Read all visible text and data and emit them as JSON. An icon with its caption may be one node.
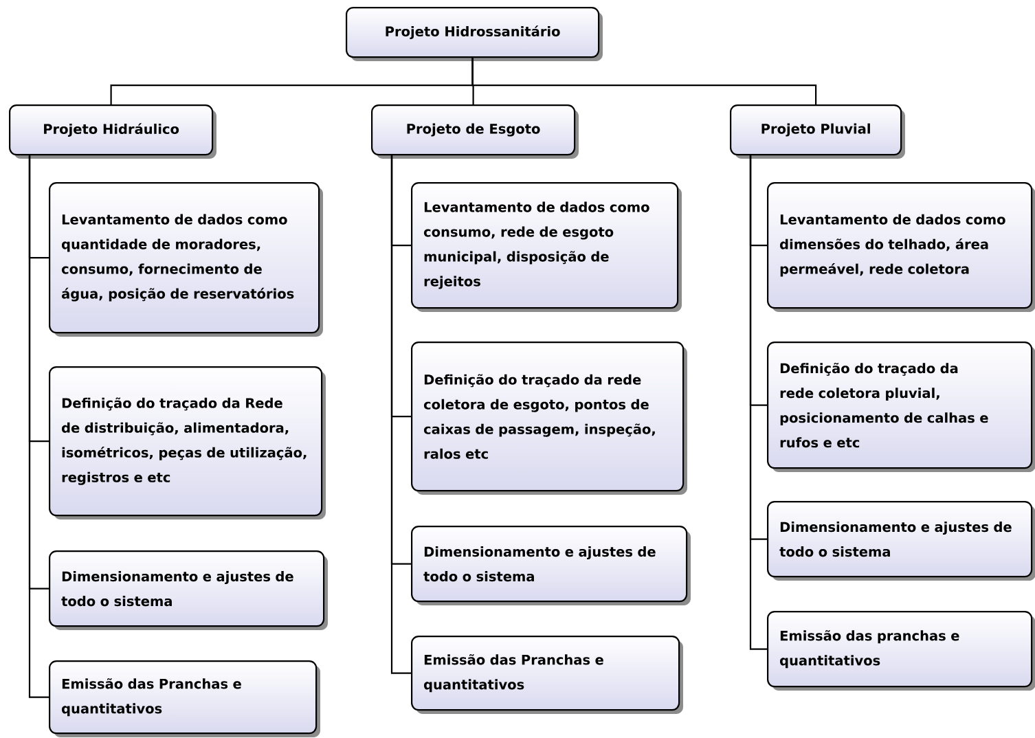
{
  "diagram": {
    "nodes": [
      {
        "text": [
          "Projeto Hidrossanitário"
        ]
      },
      {
        "text": [
          "Projeto Hidráulico"
        ]
      },
      {
        "text": [
          "Projeto de Esgoto"
        ]
      },
      {
        "text": [
          "Projeto Pluvial"
        ]
      },
      {
        "text": [
          "Levantamento de dados como quantidade de moradores, consumo, fornecimento de água, posição de reservatórios"
        ]
      },
      {
        "text": [
          "Definição do traçado da Rede de distribuição, alimentadora, isométricos, peças de utilização, registros e etc"
        ]
      },
      {
        "text": [
          "Dimensionamento e ajustes de todo o sistema"
        ]
      },
      {
        "text": [
          "Emissão das Pranchas e quantitativos"
        ]
      },
      {
        "text": [
          "Levantamento de dados como consumo, rede de esgoto municipal, disposição de rejeitos"
        ]
      },
      {
        "text": [
          "Definição do traçado da rede coletora de esgoto, pontos de caixas de passagem, inspeção, ralos etc"
        ]
      },
      {
        "text": [
          "Dimensionamento e ajustes de todo o sistema"
        ]
      },
      {
        "text": [
          "Emissão das Pranchas e quantitativos"
        ]
      },
      {
        "text": [
          "Levantamento de dados como dimensões do telhado, área permeável, rede coletora"
        ]
      },
      {
        "text": [
          "Definição do traçado da rede coletora pluvial, posicionamento de calhas e rufos e etc"
        ]
      },
      {
        "text": [
          "Dimensionamento e ajustes de todo o sistema"
        ]
      },
      {
        "text": [
          "Emissão das pranchas e quantitativos"
        ]
      }
    ],
    "edges": [
      {
        "from": 0,
        "to": 1,
        "arrow": "none"
      },
      {
        "from": 0,
        "to": 2,
        "arrow": "none"
      },
      {
        "from": 0,
        "to": 3,
        "arrow": "none"
      },
      {
        "from": 1,
        "to": 4,
        "arrow": "none"
      },
      {
        "from": 1,
        "to": 5,
        "arrow": "none"
      },
      {
        "from": 1,
        "to": 6,
        "arrow": "none"
      },
      {
        "from": 1,
        "to": 7,
        "arrow": "none"
      },
      {
        "from": 2,
        "to": 8,
        "arrow": "none"
      },
      {
        "from": 2,
        "to": 9,
        "arrow": "none"
      },
      {
        "from": 2,
        "to": 10,
        "arrow": "none"
      },
      {
        "from": 2,
        "to": 11,
        "arrow": "none"
      },
      {
        "from": 3,
        "to": 12,
        "arrow": "none"
      },
      {
        "from": 3,
        "to": 13,
        "arrow": "none"
      },
      {
        "from": 3,
        "to": 14,
        "arrow": "none"
      },
      {
        "from": 3,
        "to": 15,
        "arrow": "none"
      }
    ]
  }
}
